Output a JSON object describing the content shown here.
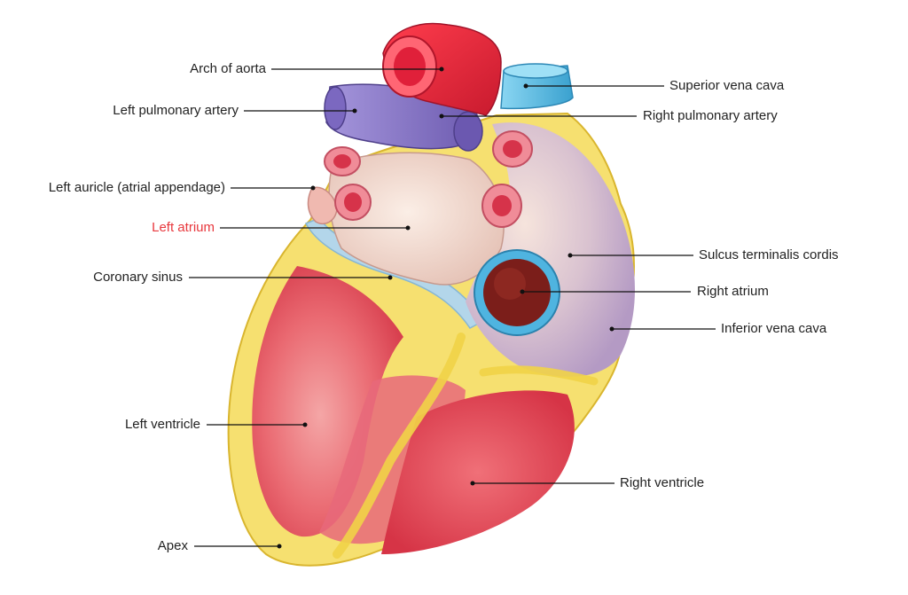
{
  "labels": {
    "arch_of_aorta": "Arch of aorta",
    "left_pulmonary_artery": "Left pulmonary artery",
    "left_auricle": "Left auricle (atrial appendage)",
    "left_atrium": "Left atrium",
    "coronary_sinus": "Coronary sinus",
    "left_ventricle": "Left ventricle",
    "apex": "Apex",
    "superior_vena_cava": "Superior vena cava",
    "right_pulmonary_artery": "Right pulmonary artery",
    "sulcus_terminalis_cordis": "Sulcus terminalis cordis",
    "right_atrium": "Right atrium",
    "inferior_vena_cava": "Inferior vena cava",
    "right_ventricle": "Right ventricle"
  },
  "colors": {
    "label_text": "#222222",
    "highlight_label": "#e8383d",
    "leader_line": "#111111",
    "aorta": "#e8283a",
    "pulmonary_artery": "#8a78c8",
    "vena_cava": "#5ab8e0",
    "ventricle": "#e85b6a",
    "fat": "#f3d84a",
    "atrium": "#f2d5c9"
  }
}
